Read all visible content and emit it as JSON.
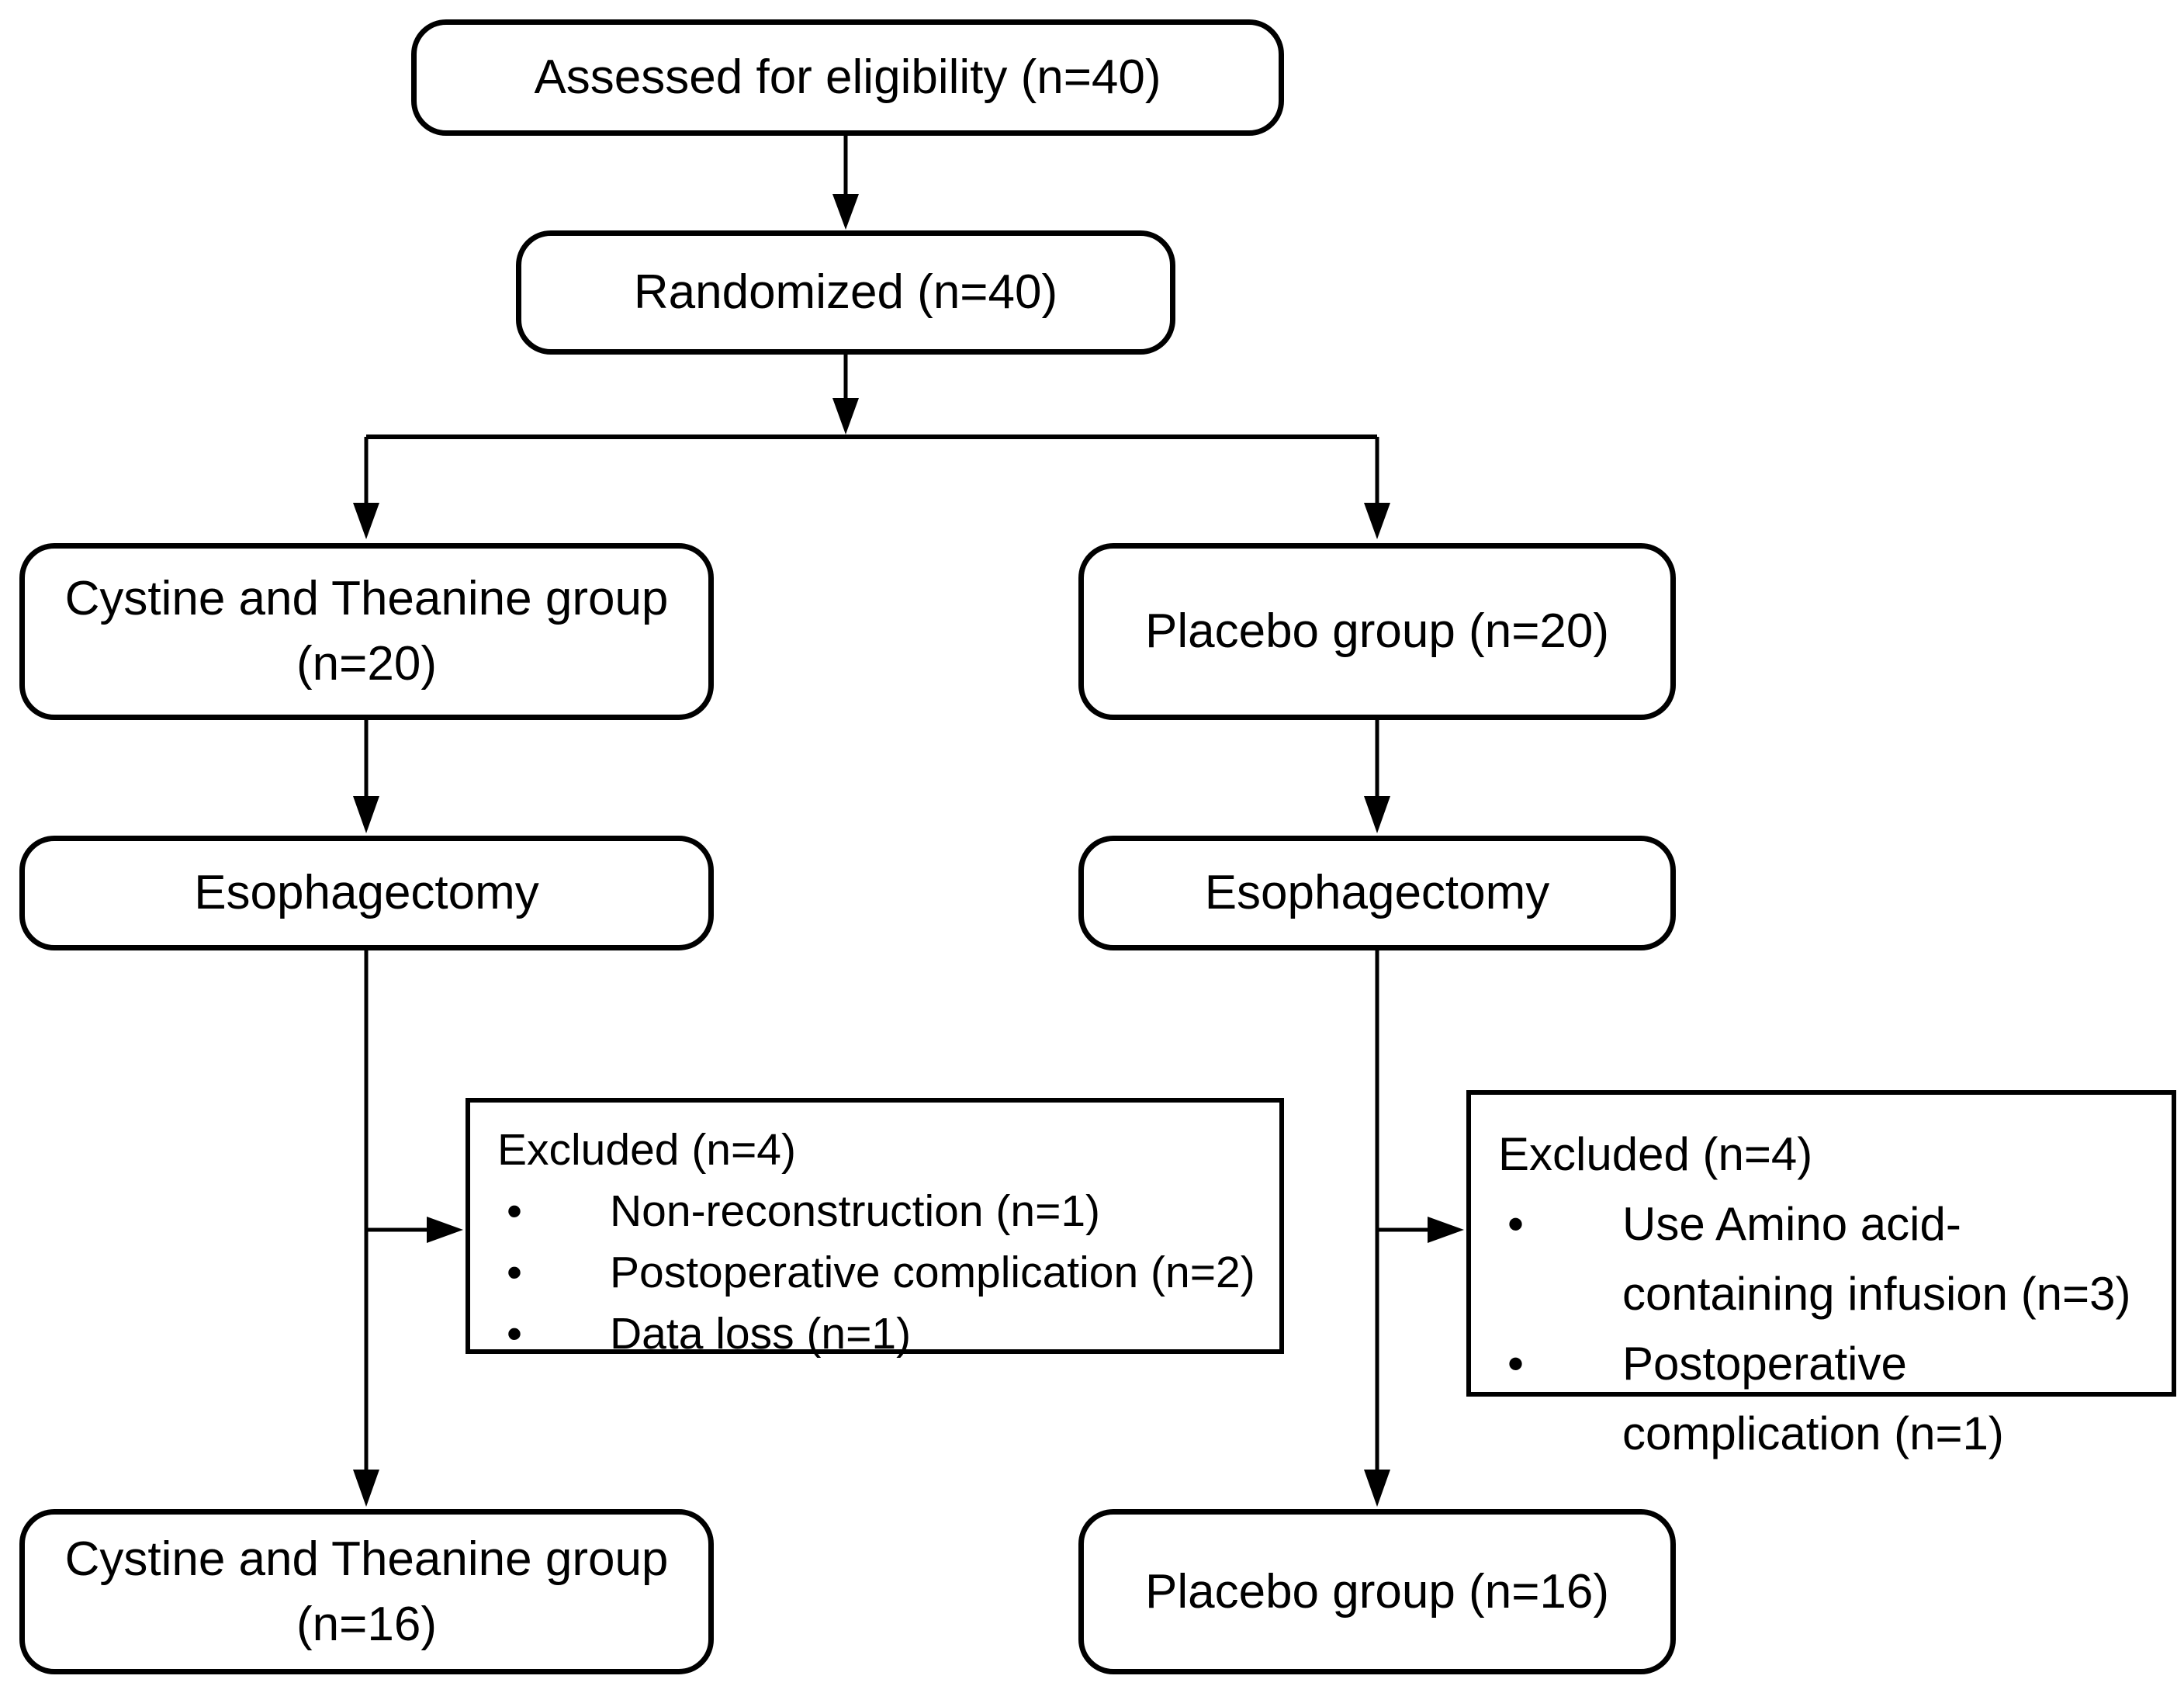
{
  "palette": {
    "background": "#ffffff",
    "line": "#000000",
    "text": "#000000"
  },
  "glyphs": {
    "bullet": "•"
  },
  "flow": {
    "assessed": "Assessed for eligibility (n=40)",
    "randomized": "Randomized (n=40)",
    "arm_left": {
      "name": "Cystine and Theanine group",
      "n": "(n=20)"
    },
    "arm_right": "Placebo group (n=20)",
    "surgery_left": "Esophagectomy",
    "surgery_right": "Esophagectomy",
    "excluded_left": {
      "title": "Excluded (n=4)",
      "items": [
        "Non-reconstruction (n=1)",
        "Postoperative complication (n=2)",
        "Data loss (n=1)"
      ]
    },
    "excluded_right": {
      "title": "Excluded (n=4)",
      "items": [
        "Use Amino acid-containing infusion (n=3)",
        "Postoperative complication (n=1)"
      ]
    },
    "final_left": {
      "name": "Cystine and Theanine group",
      "n": "(n=16)"
    },
    "final_right": "Placebo group (n=16)"
  }
}
